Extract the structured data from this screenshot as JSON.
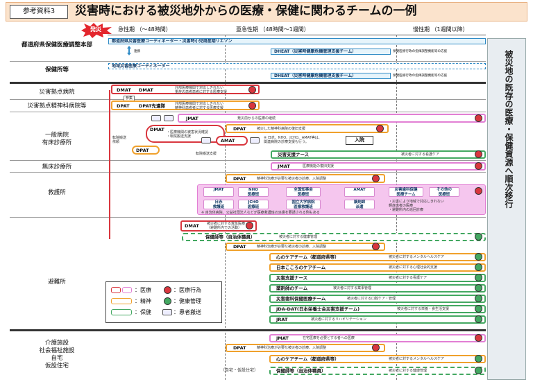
{
  "header": {
    "ref": "参考資料3",
    "title": "災害時における被災地外からの医療・保健に関わるチームの一例"
  },
  "phases": {
    "flash": "発災",
    "acute": "急性期 （～48時間）",
    "subacute": "亜急性期 （48時間～1週間）",
    "chronic": "慢性期 （1週間以降）"
  },
  "rows": {
    "pref_hq": "都道府県保健医療調整本部",
    "health_center": "保健所等",
    "base_hospital": "災害拠点病院",
    "base_psych": "災害拠点精神科病院等",
    "general_hospital": "一般病院\n有床診療所",
    "clinic": "無床診療所",
    "aid_station": "救護所",
    "shelter": "避難所",
    "care": "介護施設\n社会福祉施設\n自宅\n仮設住宅"
  },
  "hq": {
    "coord_bar": "都道府県災害医療コーディネーター・災害時小児周産期リエゾン",
    "renkei": "連携",
    "dheat": "DHEAT（災害時健康危機管理支援チーム）",
    "dheat_desc": "保健医療行政の指揮調整機能等の応援",
    "local_coord": "地域災害医療コーディネーター",
    "dheat2": "DHEAT（災害時健康危機管理支援チーム）",
    "dheat2_desc": "保健医療行政の指揮調整機能等の応援"
  },
  "hospital": {
    "dmat1": "DMAT",
    "dmat2": "DMAT",
    "dmat2_desc": "外部医療機関で対応しきれない\n重症の患者患者に対する医療支援",
    "sanka": "参集",
    "dpat1": "DPAT",
    "dpat2": "DPAT先遣隊",
    "dpat2_desc": "外部医療機関で対応しきれない\n精神科患者者に対する医療支援",
    "jmat": "JMAT",
    "jmat_desc": "発災前からの医療の継続",
    "dpat3": "DPAT",
    "dpat3_desc": "被災した精神科病院の復旧支援",
    "dmat3": "DMAT",
    "dmat3_desc": "・医療機関の被害状況確認\n・転院搬送支援",
    "tenin1": "転院搬送\n依頼",
    "amat": "AMAT",
    "amat_desc": "※ 日赤、NHO、JCHO、AMAT等は、\n関連病院の診療支援も行う。",
    "nyuin": "入院",
    "dpat4": "DPAT",
    "tenin2": "転院搬送支援",
    "nurse": "災害支援ナース",
    "nurse_desc": "被災者に対する看護ケア"
  },
  "clinic": {
    "jmat": "JMAT",
    "jmat_desc": "医療機能の復旧支援"
  },
  "aid": {
    "dpat": "DPAT",
    "dpat_desc": "精神科治療が必要な被災者の診療、入院調整",
    "cells": [
      [
        "JMAT",
        "NHO\n医療班",
        "全国知事会\n医療班",
        "",
        "AMAT",
        "災害歯科保健\n医療チーム",
        "その他の\n医療班"
      ],
      [
        "日赤\n救護班",
        "JCHO\n医療班",
        "国立大学病院\n医療救護班",
        "",
        "薬剤師\n派遣"
      ]
    ],
    "note_right": "・災害により地域で対応しきれない\n  軽症患者の医療\n・避難所内の巡回診療",
    "note_bottom": "※ 自治体病院、公益社団法人などが医療救護班の派遣を要請される例もある"
  },
  "shelter": {
    "dmat": "DMAT",
    "dmat_desc": "被災者に対する救急医療\n（避難所内での活動）",
    "hoken": "保健師等（自治体職員）",
    "hoken_desc": "被災者に対する健康管理",
    "dpat": "DPAT",
    "dpat_desc": "精神科治療が必要な被災者の診療、入院調整",
    "teams": [
      {
        "name": "心のケアチーム（都道府県等）",
        "desc": "被災者に対するメンタルヘルスケア"
      },
      {
        "name": "日本こころのケアチーム",
        "desc": "被災者に対する心理社会的支援"
      },
      {
        "name": "災害支援ナース",
        "desc": "被災者に対する看護ケア"
      },
      {
        "name": "薬剤師のチーム",
        "desc": "被災者に対する薬事管理"
      },
      {
        "name": "災害歯科保健医療チーム",
        "desc": "被災者に対する口腔ケア・管理"
      },
      {
        "name": "JDA-DAT(日本栄養士会災害支援チーム)",
        "desc": "被災者に対する栄養・食生活支援"
      },
      {
        "name": "JRAT",
        "desc": "被災者に対するリハビリテーション"
      }
    ]
  },
  "care": {
    "jmat": "JMAT",
    "jmat_desc": "在宅医療を必要とする者への医療",
    "dpat": "DPAT",
    "dpat_desc": "精神科治療が必要な被災者の診療、入院調整",
    "kokoro": "心のケアチーム（都道府県等）",
    "kokoro_desc": "被災者に対するメンタルヘルスケア",
    "jitaku": "（自宅・仮設住宅）",
    "hoken": "保健師等（自治体職員）",
    "hoken_desc": "被災者に対する健康管理"
  },
  "side": "被災地の既存の医療・保健資源へ順次移行",
  "legend": {
    "iryo": "：医療",
    "seishin": "：精神",
    "hoken": "：保健",
    "iryo_koi": "：医療行為",
    "kenkou": "：健康管理",
    "kanja": "：患者搬送"
  }
}
